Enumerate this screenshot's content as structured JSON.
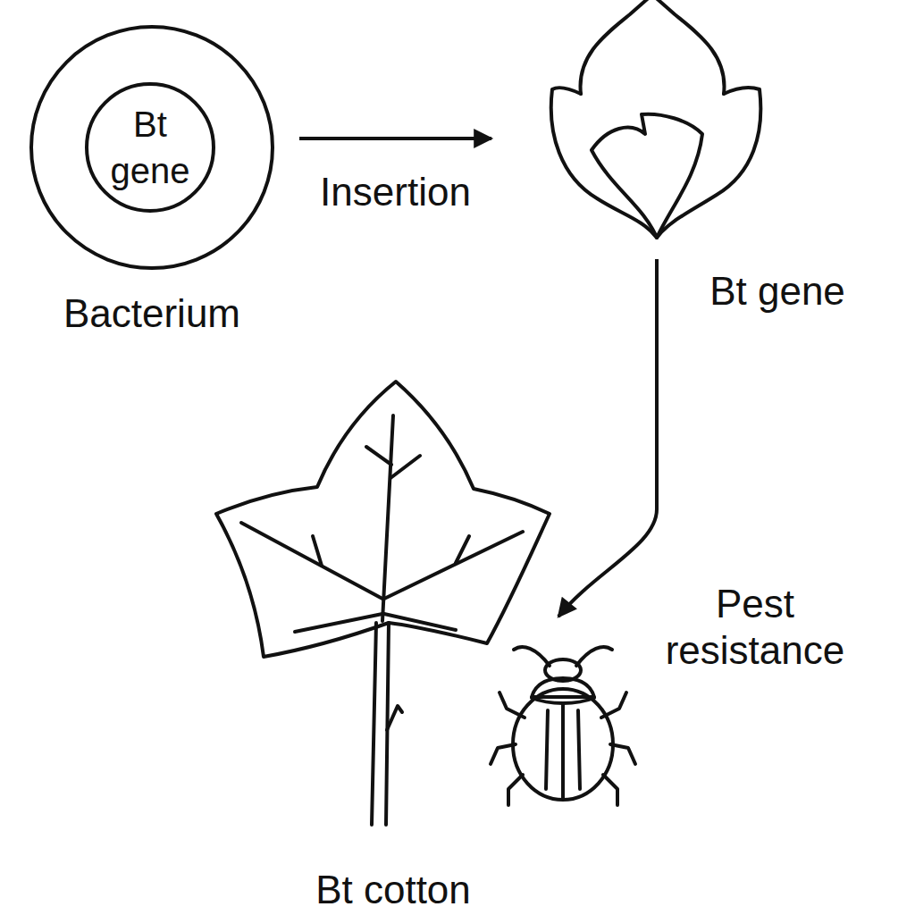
{
  "diagram": {
    "nodes": [
      {
        "text": [
          "Bacterium"
        ]
      },
      {
        "text": [
          "Bt gene"
        ],
        "in": 0
      },
      {
        "text": [
          "Bt gene"
        ]
      },
      {
        "text": [
          "Bt cotton"
        ]
      },
      {
        "text": [
          "Pest resistance"
        ]
      }
    ],
    "edges": [
      {
        "from": 0,
        "to": 2,
        "arrow": "to",
        "label": "Insertion"
      },
      {
        "from": 2,
        "to": 4,
        "arrow": "to"
      }
    ]
  }
}
